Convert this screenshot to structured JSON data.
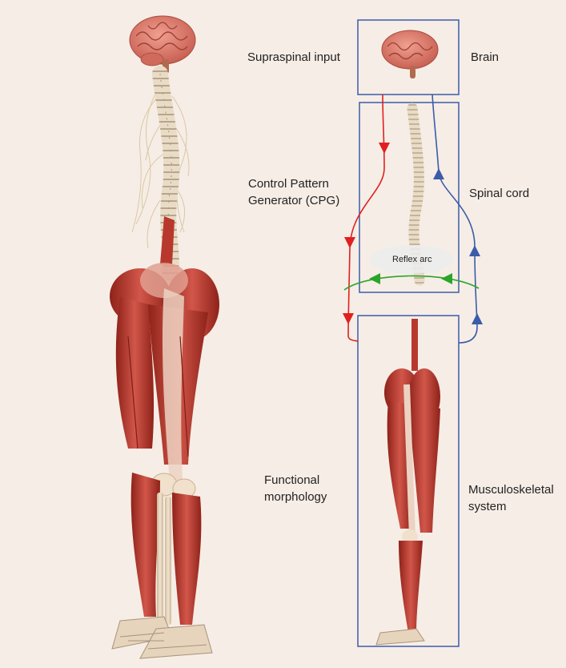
{
  "labels": {
    "supraspinal_input": "Supraspinal input",
    "brain": "Brain",
    "cpg": "Control Pattern\nGenerator (CPG)",
    "spinal_cord": "Spinal cord",
    "reflex_arc": "Reflex arc",
    "functional_morphology": "Functional\nmorphology",
    "musculoskeletal_system": "Musculoskeletal\nsystem"
  },
  "colors": {
    "background": "#f6ede6",
    "box_border": "#3b5ca8",
    "efferent_arrow": "#e02020",
    "afferent_arrow": "#3b5ca8",
    "reflex_arrow": "#2aa52a",
    "muscle": "#c7443a",
    "bone": "#e8d8c0",
    "brain": "#e07a6a"
  }
}
